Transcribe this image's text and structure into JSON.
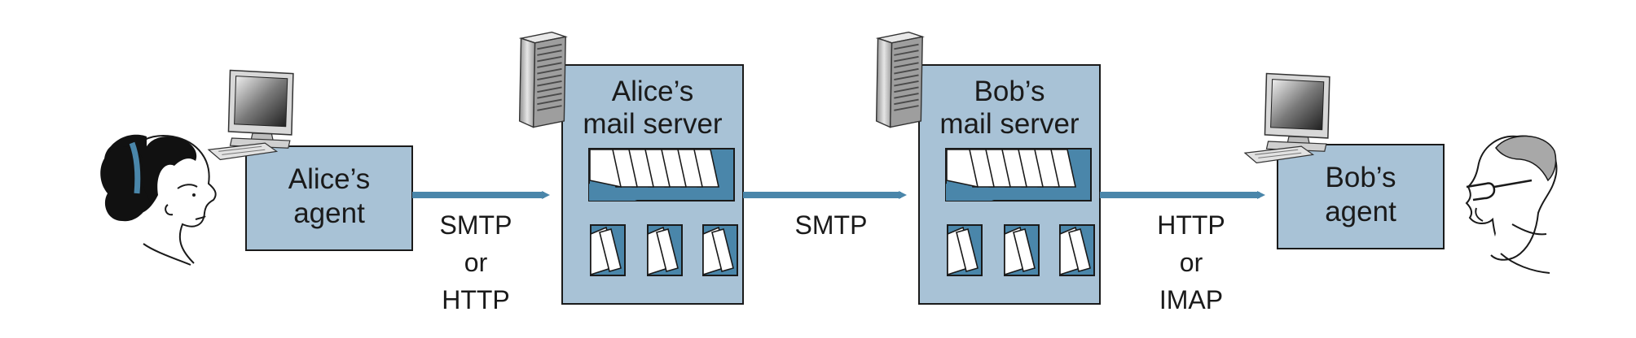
{
  "colors": {
    "box_fill": "#a8c2d6",
    "box_stroke": "#1a1a1a",
    "arrow": "#4a86aa",
    "queue_dark": "#4a86aa"
  },
  "alice_agent": {
    "line1": "Alice’s",
    "line2": "agent"
  },
  "alice_server": {
    "line1": "Alice’s",
    "line2": "mail server"
  },
  "bob_server": {
    "line1": "Bob’s",
    "line2": "mail server"
  },
  "bob_agent": {
    "line1": "Bob’s",
    "line2": "agent"
  },
  "protocols": {
    "p1": {
      "line1": "SMTP",
      "line2": "or",
      "line3": "HTTP"
    },
    "p2": {
      "line1": "SMTP"
    },
    "p3": {
      "line1": "HTTP",
      "line2": "or",
      "line3": "IMAP"
    }
  },
  "icons": {
    "alice_person": "woman-face-icon",
    "bob_person": "man-face-icon",
    "alice_computer": "desktop-computer-icon",
    "bob_computer": "desktop-computer-icon",
    "alice_server_tower": "server-tower-icon",
    "bob_server_tower": "server-tower-icon",
    "message_queue": "message-queue-icon",
    "mailbox": "mailbox-icon"
  }
}
